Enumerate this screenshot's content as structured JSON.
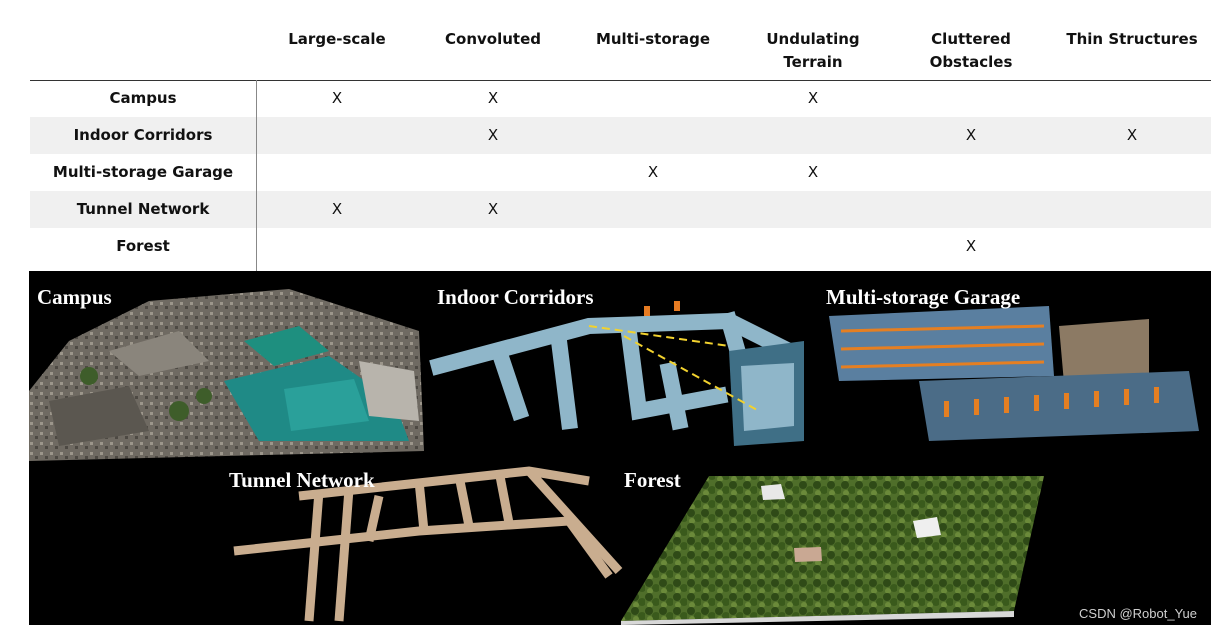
{
  "table": {
    "columns": [
      "Large-scale",
      "Convoluted",
      "Multi-storage",
      "Undulating Terrain",
      "Cluttered Obstacles",
      "Thin Structures"
    ],
    "rows": [
      {
        "label": "Campus",
        "marks": [
          "X",
          "X",
          "",
          "X",
          "",
          ""
        ]
      },
      {
        "label": "Indoor Corridors",
        "marks": [
          "",
          "X",
          "",
          "",
          "X",
          "X"
        ]
      },
      {
        "label": "Multi-storage Garage",
        "marks": [
          "",
          "",
          "X",
          "X",
          "",
          ""
        ]
      },
      {
        "label": "Tunnel Network",
        "marks": [
          "X",
          "X",
          "",
          "",
          "",
          ""
        ]
      },
      {
        "label": "Forest",
        "marks": [
          "",
          "",
          "",
          "",
          "X",
          ""
        ]
      }
    ]
  },
  "panels": {
    "campus": "Campus",
    "indoor": "Indoor Corridors",
    "garage": "Multi-storage Garage",
    "tunnel": "Tunnel Network",
    "forest": "Forest"
  },
  "watermark": "CSDN @Robot_Yue"
}
